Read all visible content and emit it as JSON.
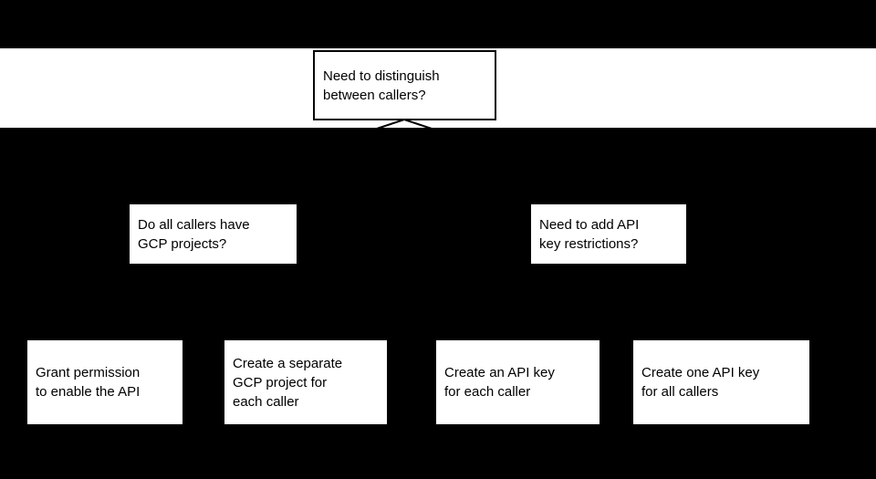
{
  "diagram": {
    "type": "flowchart",
    "colors": {
      "background": "#000000",
      "node_fill": "#ffffff",
      "node_text": "#000000",
      "node_border": "#000000"
    },
    "icons": {
      "connector": "diamond-top-tip-chevron"
    },
    "nodes": {
      "root": {
        "label": "Need to distinguish\nbetween callers?"
      },
      "gcp_projects": {
        "label": "Do all callers have\nGCP projects?"
      },
      "api_key_restrictions": {
        "label": "Need to add API\nkey restrictions?"
      },
      "grant_permission": {
        "label": "Grant permission\nto enable the API"
      },
      "separate_gcp_project": {
        "label": "Create a separate\nGCP project for\neach caller"
      },
      "api_key_each_caller": {
        "label": "Create an API key\nfor each caller"
      },
      "api_key_all_callers": {
        "label": "Create one API key\nfor all callers"
      }
    }
  }
}
